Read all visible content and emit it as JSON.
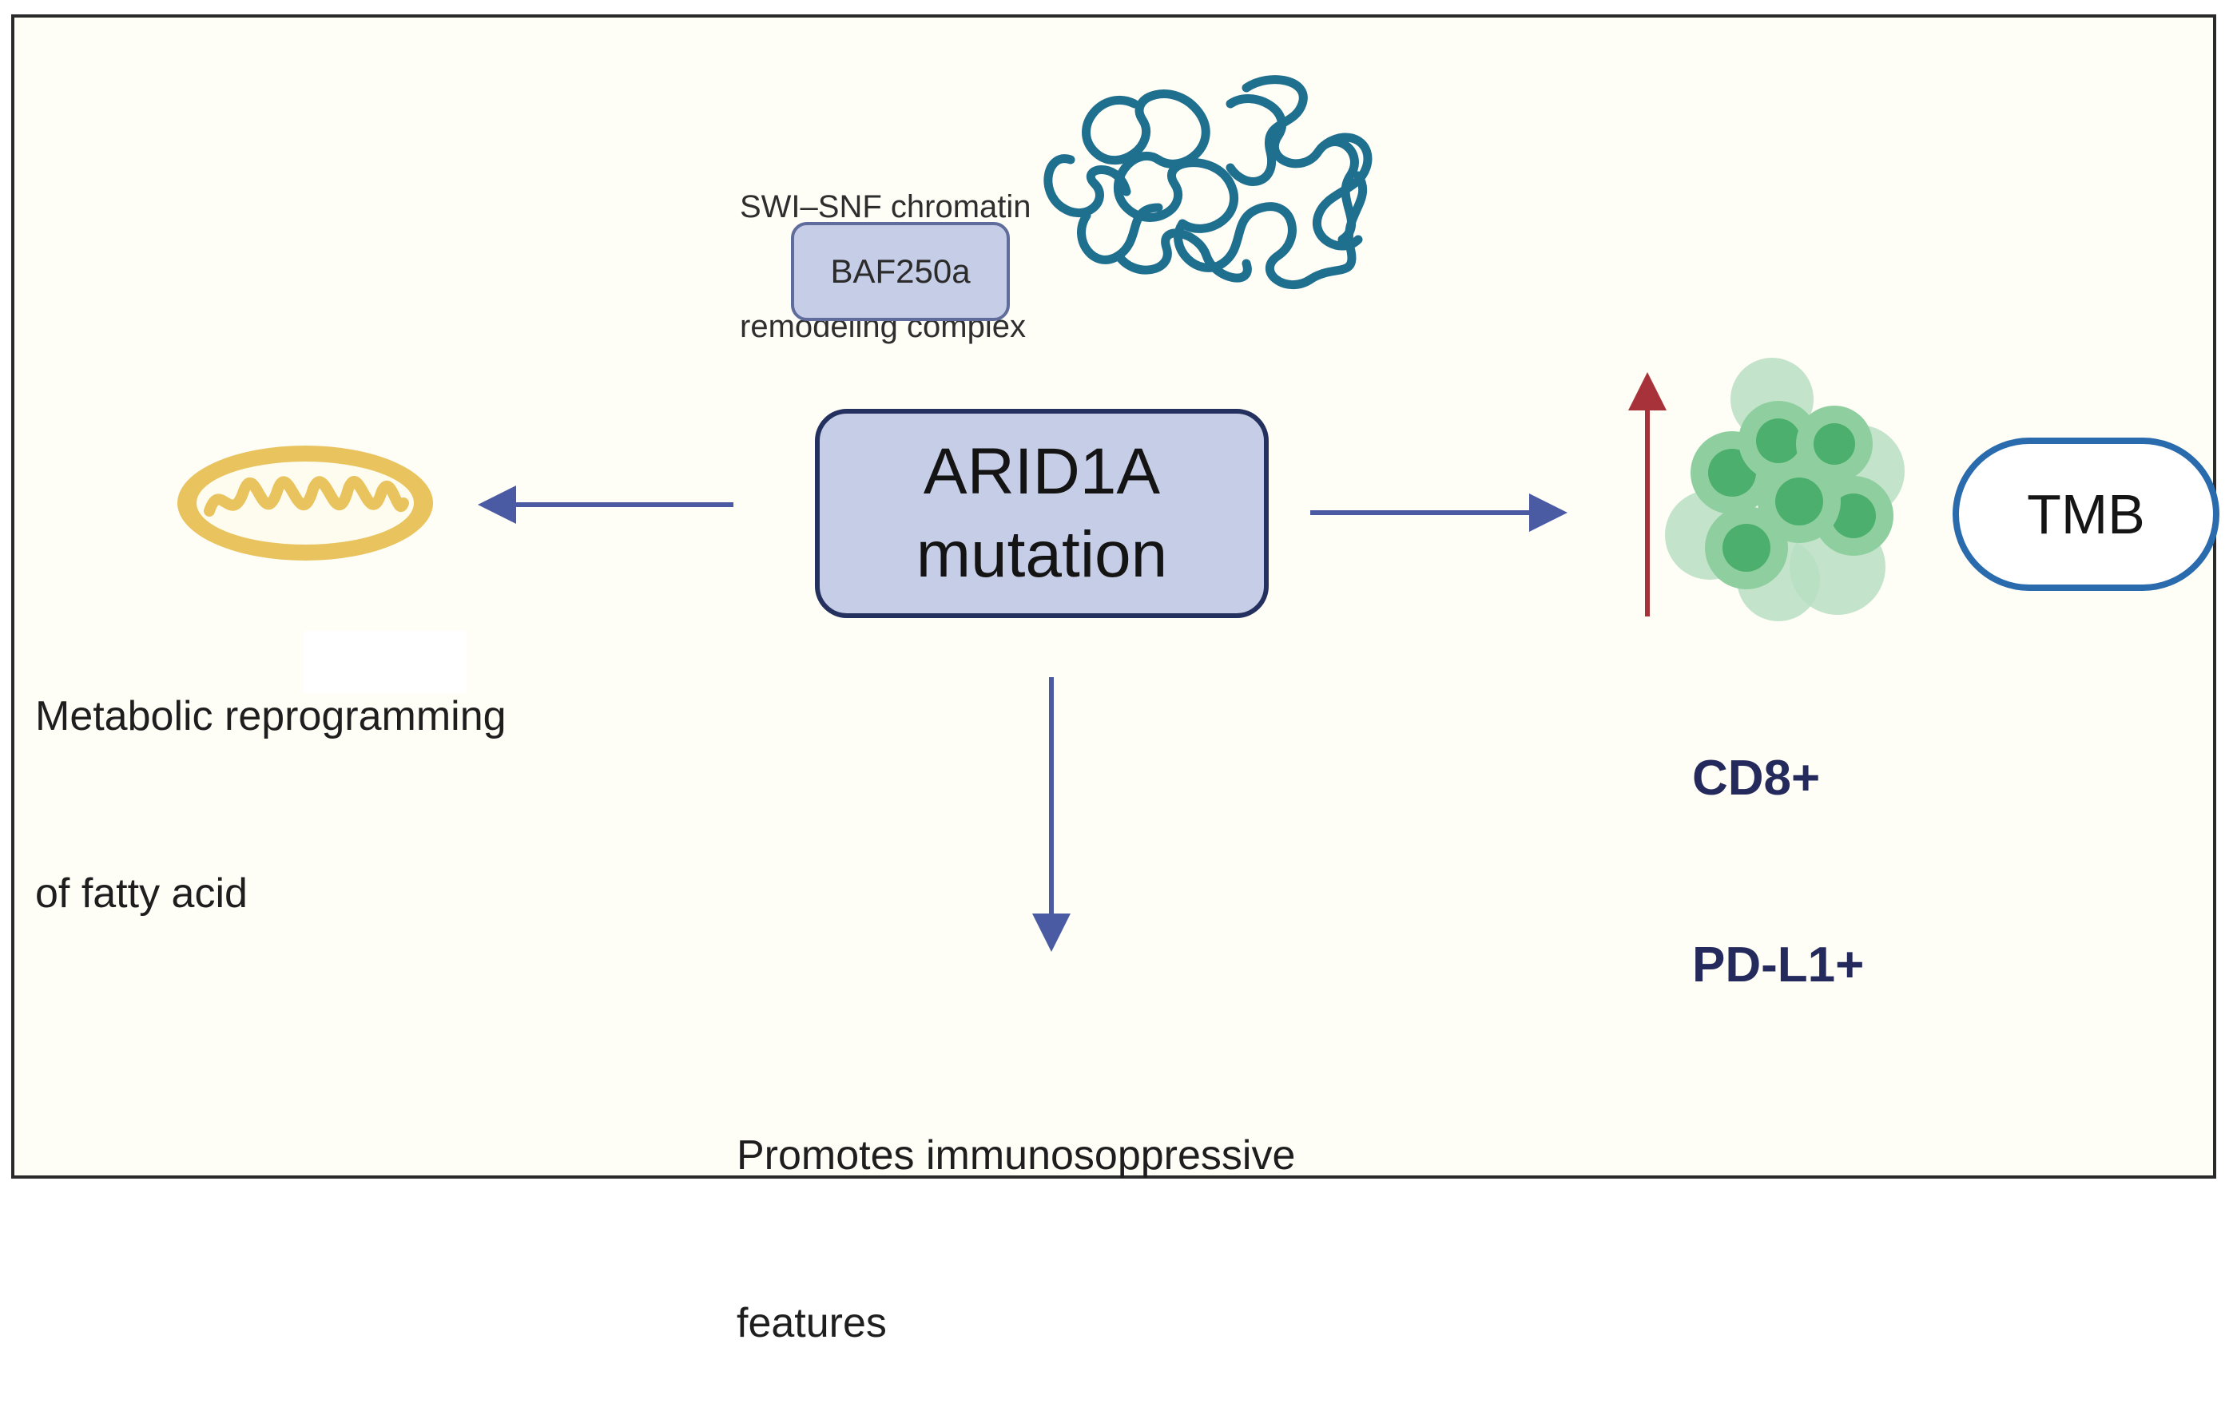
{
  "swi_snf": {
    "line1": "SWI–SNF chromatin",
    "line2": "remodeling complex"
  },
  "baf250a": "BAF250a",
  "arid1a": {
    "line1": "ARID1A",
    "line2": "mutation"
  },
  "metabolic": {
    "line1": "Metabolic reprogramming",
    "line2": "of fatty acid"
  },
  "promotes": {
    "line1": "Promotes immunosoppressive",
    "line2": "features"
  },
  "markers": {
    "line1": "CD8+",
    "line2": "PD-L1+"
  },
  "tmb": "TMB",
  "colors": {
    "arrow_blue": "#4a5ba3",
    "up_arrow_red": "#a8323a",
    "box_fill": "#c6cde6",
    "box_border": "#24305e",
    "chromatin_teal": "#1f6f8f",
    "mito_gold": "#e8c35e",
    "cell_green": "#4caf6e",
    "tmb_border": "#2a6bad",
    "marker_text": "#252a5c"
  },
  "icons": [
    "chromatin-icon",
    "mitochondria-icon",
    "cell-cluster-icon"
  ]
}
